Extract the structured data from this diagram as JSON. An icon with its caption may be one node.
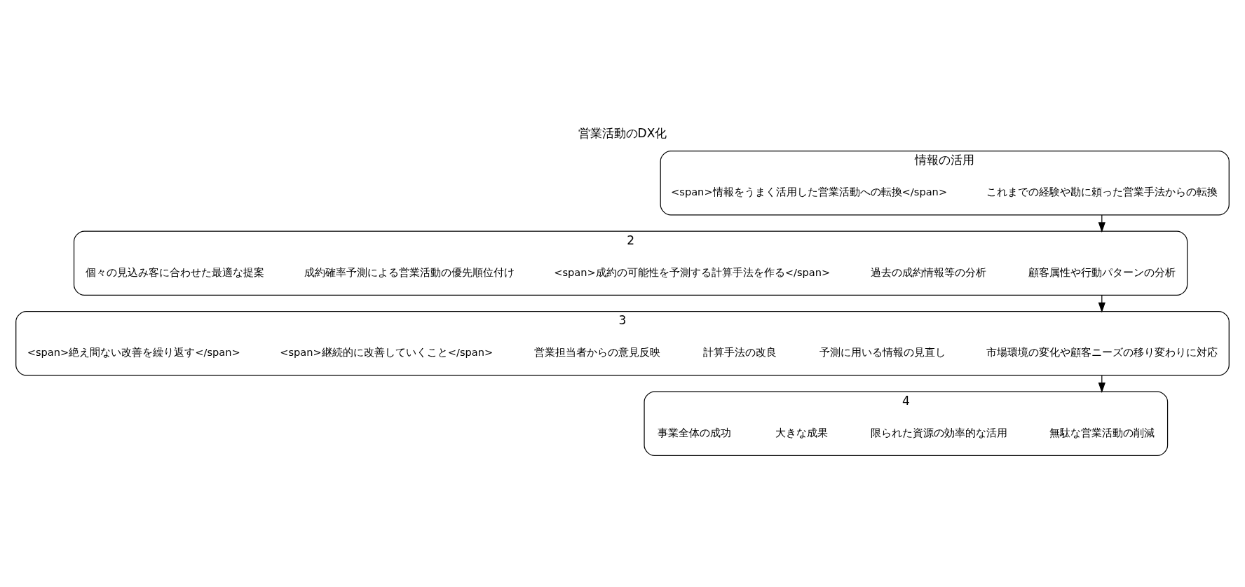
{
  "diagram": {
    "title": "営業活動のDX化",
    "nodes": [
      {
        "text": [
          "情報の活用"
        ]
      },
      {
        "text": [
          "これまでの経験や勘に頼った営業手法からの転換"
        ],
        "in": 0
      },
      {
        "text": [
          "<span>情報をうまく活用した営業活動への転換</span>"
        ],
        "in": 0
      },
      {
        "text": [
          "2"
        ]
      },
      {
        "text": [
          "顧客属性や行動パターンの分析"
        ],
        "in": 3
      },
      {
        "text": [
          "過去の成約情報等の分析"
        ],
        "in": 3
      },
      {
        "text": [
          "<span>成約の可能性を予測する計算手法を作る</span>"
        ],
        "in": 3
      },
      {
        "text": [
          "成約確率予測による営業活動の優先順位付け"
        ],
        "in": 3
      },
      {
        "text": [
          "個々の見込み客に合わせた最適な提案"
        ],
        "in": 3
      },
      {
        "text": [
          "3"
        ]
      },
      {
        "text": [
          "市場環境の変化や顧客ニーズの移り変わりに対応"
        ],
        "in": 9
      },
      {
        "text": [
          "予測に用いる情報の見直し"
        ],
        "in": 9
      },
      {
        "text": [
          "計算手法の改良"
        ],
        "in": 9
      },
      {
        "text": [
          "営業担当者からの意見反映"
        ],
        "in": 9
      },
      {
        "text": [
          "<span>継続的に改善していくこと</span>"
        ],
        "in": 9
      },
      {
        "text": [
          "<span>絶え間ない改善を繰り返す</span>"
        ],
        "in": 9
      },
      {
        "text": [
          "4"
        ]
      },
      {
        "text": [
          "無駄な営業活動の削減"
        ],
        "in": 16
      },
      {
        "text": [
          "限られた資源の効率的な活用"
        ],
        "in": 16
      },
      {
        "text": [
          "大きな成果"
        ],
        "in": 16
      },
      {
        "text": [
          "事業全体の成功"
        ],
        "in": 16
      }
    ],
    "edges": [
      {
        "from": 0,
        "to": 3,
        "arrow": "to"
      },
      {
        "from": 3,
        "to": 9,
        "arrow": "to"
      },
      {
        "from": 9,
        "to": 16,
        "arrow": "to"
      }
    ]
  }
}
